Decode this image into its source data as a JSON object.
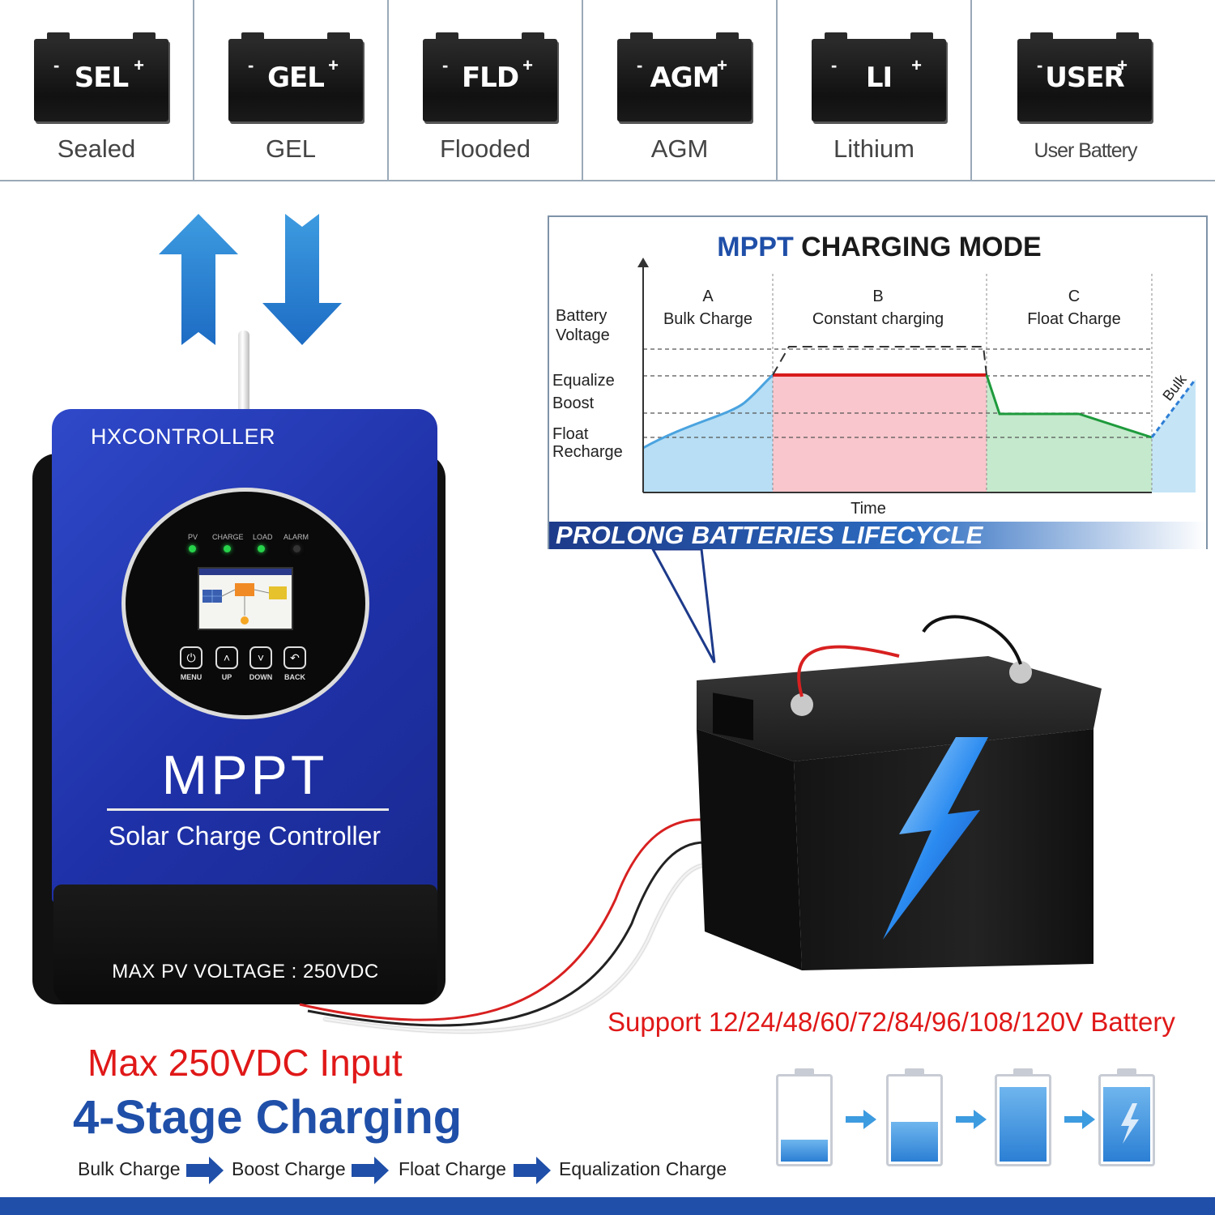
{
  "battery_types": [
    {
      "code": "SEL",
      "name": "Sealed"
    },
    {
      "code": "GEL",
      "name": "GEL"
    },
    {
      "code": "FLD",
      "name": "Flooded"
    },
    {
      "code": "AGM",
      "name": "AGM"
    },
    {
      "code": "LI",
      "name": "Lithium"
    },
    {
      "code": "USER",
      "name": "User Battery"
    }
  ],
  "battery_sign_neg": "-",
  "battery_sign_pos": "+",
  "controller": {
    "brand": "HXCONTROLLER",
    "leds": [
      {
        "label": "PV",
        "color": "#27d34a"
      },
      {
        "label": "CHARGE",
        "color": "#27d34a"
      },
      {
        "label": "LOAD",
        "color": "#27d34a"
      },
      {
        "label": "ALARM",
        "color": "#333333"
      }
    ],
    "keys": [
      {
        "label": "MENU",
        "icon": "power-icon"
      },
      {
        "label": "UP",
        "icon": "chevron-up-icon"
      },
      {
        "label": "DOWN",
        "icon": "chevron-down-icon"
      },
      {
        "label": "BACK",
        "icon": "back-icon"
      }
    ],
    "title": "MPPT",
    "subtitle": "Solar Charge Controller",
    "max_pv": "MAX PV VOLTAGE : 250VDC"
  },
  "chart": {
    "title_highlight": "MPPT",
    "title_rest": " CHARGING MODE",
    "banner": "PROLONG BATTERIES LIFECYCLE"
  },
  "chart_data": {
    "type": "area",
    "title": "MPPT CHARGING MODE",
    "xlabel": "Time",
    "ylabel": "Battery Voltage",
    "levels": [
      "Equalize",
      "Boost",
      "Float",
      "Recharge"
    ],
    "stages": [
      {
        "letter": "A",
        "name": "Bulk Charge",
        "color": "#9fd3f0"
      },
      {
        "letter": "B",
        "name": "Constant charging",
        "color": "#f6b8bf"
      },
      {
        "letter": "C",
        "name": "Float Charge",
        "color": "#b6e3bf"
      }
    ],
    "annotation": "Bulk",
    "grid": true
  },
  "support_text": "Support 12/24/48/60/72/84/96/108/120V Battery",
  "max_input": "Max 250VDC Input",
  "four_stage": "4-Stage Charging",
  "flow": [
    "Bulk Charge",
    "Boost Charge",
    "Float Charge",
    "Equalization Charge"
  ],
  "battery_levels": [
    0.25,
    0.45,
    0.85,
    0.85
  ],
  "colors": {
    "accent": "#1f4fa8",
    "red": "#e01818",
    "controller_blue": "#2f49c9"
  }
}
